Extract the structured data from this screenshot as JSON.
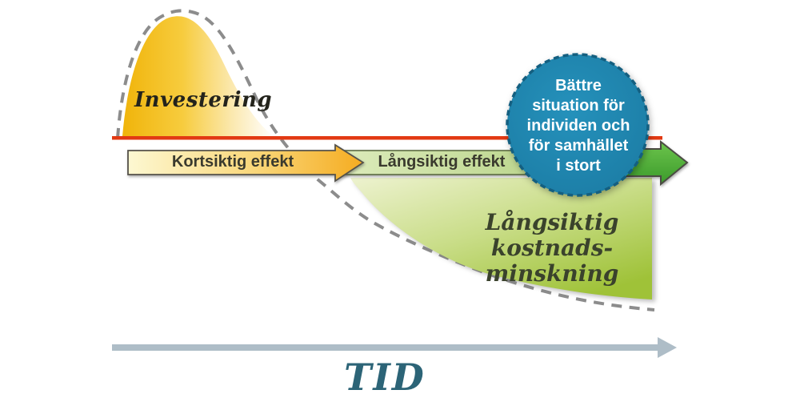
{
  "diagram": {
    "investment": {
      "label": "Investering"
    },
    "short_term_band": {
      "label": "Kortsiktig effekt"
    },
    "long_term_band": {
      "label": "Långsiktig effekt"
    },
    "outcome_circle": {
      "lines": [
        "Bättre",
        "situation för",
        "individen och",
        "för samhället",
        "i stort"
      ]
    },
    "cost_reduction_area": {
      "lines": [
        "Långsiktig kostnads-",
        "minskning"
      ]
    },
    "time_axis": {
      "label": "TID"
    },
    "colors": {
      "investment_gold": "#f0b40a",
      "baseline_red": "#e23913",
      "short_term_orange": "#f5ac21",
      "long_term_green": "#a9c973",
      "cost_area_green": "#9fc238",
      "outcome_arrow_green": "#47a838",
      "circle_blue": "#1e84ac",
      "dashed_curve_gray": "#8c8c8c",
      "time_axis_gray": "#aebdc7",
      "tid_text_teal": "#2c6477"
    }
  }
}
